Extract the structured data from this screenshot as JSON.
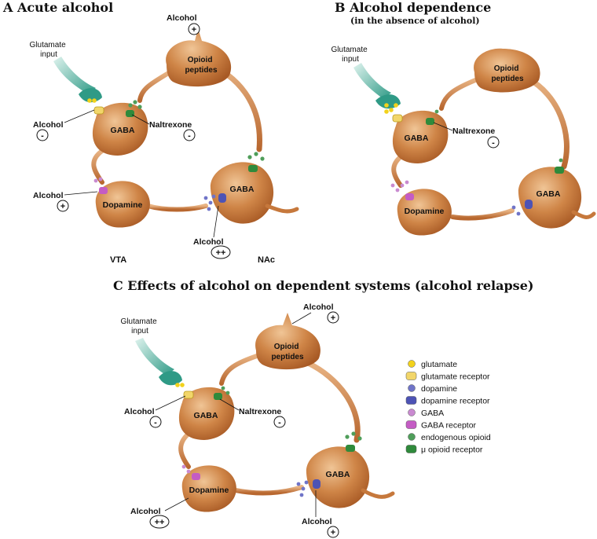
{
  "panels": {
    "a": {
      "title": "A  Acute alcohol",
      "glutamate_input": [
        "Glutamate",
        "input"
      ],
      "opioid": [
        "Opioid",
        "peptides"
      ],
      "gaba_vta": "GABA",
      "gaba_nac": "GABA",
      "dopamine": "Dopamine",
      "alcohol_top": "Alcohol",
      "alcohol_top_sign": "+",
      "alcohol_left": "Alcohol",
      "alcohol_left_sign": "-",
      "alcohol_dop": "Alcohol",
      "alcohol_dop_sign": "+",
      "alcohol_nac": "Alcohol",
      "alcohol_nac_sign": "++",
      "naltrexone": "Naltrexone",
      "naltrexone_sign": "-",
      "vta": "VTA",
      "nac": "NAc"
    },
    "b": {
      "title": "B  Alcohol dependence",
      "subtitle": "(in the absence of alcohol)",
      "glutamate_input": [
        "Glutamate",
        "input"
      ],
      "opioid": [
        "Opioid",
        "peptides"
      ],
      "gaba_vta": "GABA",
      "gaba_nac": "GABA",
      "dopamine": "Dopamine",
      "naltrexone": "Naltrexone",
      "naltrexone_sign": "-"
    },
    "c": {
      "title": "C  Effects of alcohol on dependent systems (alcohol relapse)",
      "glutamate_input": [
        "Glutamate",
        "input"
      ],
      "opioid": [
        "Opioid",
        "peptides"
      ],
      "gaba_vta": "GABA",
      "gaba_nac": "GABA",
      "dopamine": "Dopamine",
      "alcohol_top": "Alcohol",
      "alcohol_top_sign": "+",
      "alcohol_left": "Alcohol",
      "alcohol_left_sign": "-",
      "alcohol_dop": "Alcohol",
      "alcohol_dop_sign": "++",
      "alcohol_nac": "Alcohol",
      "alcohol_nac_sign": "+",
      "naltrexone": "Naltrexone",
      "naltrexone_sign": "-"
    }
  },
  "legend": [
    {
      "label": "glutamate",
      "kind": "dot",
      "color": "#f2d21c"
    },
    {
      "label": "glutamate  receptor",
      "kind": "receptor",
      "color": "#f2d66a"
    },
    {
      "label": "dopamine",
      "kind": "dot",
      "color": "#6f74c8"
    },
    {
      "label": "dopamine receptor",
      "kind": "receptor",
      "color": "#4d53b5"
    },
    {
      "label": "GABA",
      "kind": "dot",
      "color": "#c98ad0"
    },
    {
      "label": "GABA receptor",
      "kind": "receptor",
      "color": "#c45cc4"
    },
    {
      "label": "endogenous opioid",
      "kind": "dot",
      "color": "#4f9e5a"
    },
    {
      "label": "μ opioid receptor",
      "kind": "receptor",
      "color": "#2f8a3b"
    }
  ],
  "colors": {
    "neuron": "#c6783c",
    "neuron_light": "#e7b07d",
    "glutamate_terminal": "#2f9a86",
    "glutamate_light": "#bfe6dd"
  }
}
